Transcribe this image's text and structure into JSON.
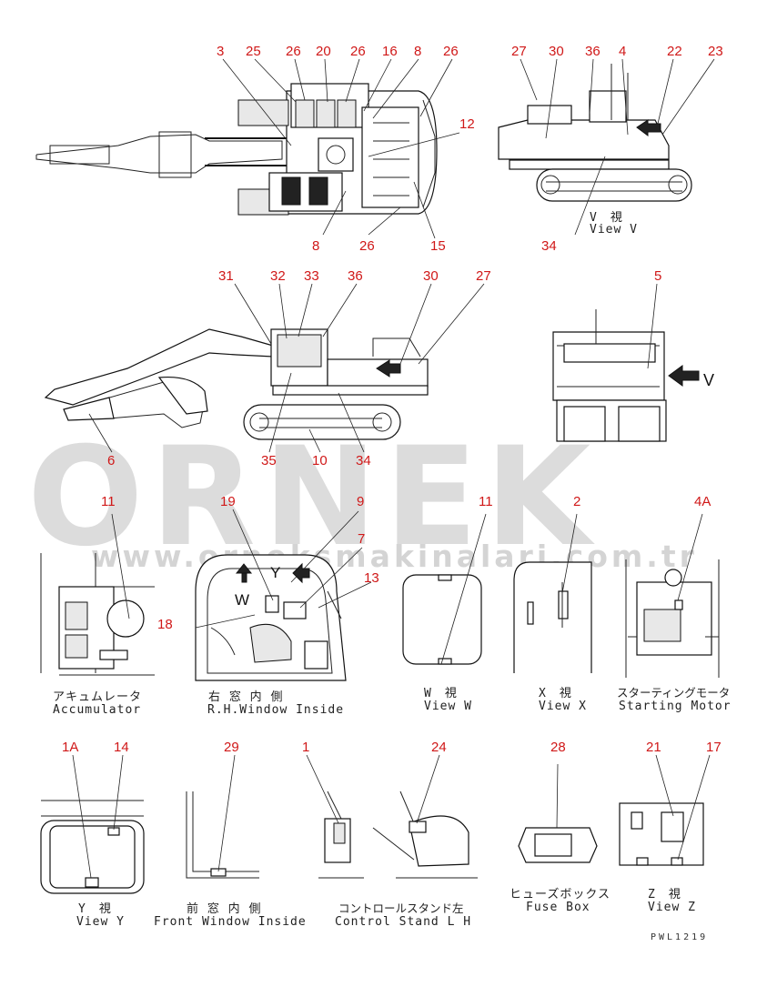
{
  "watermark": {
    "brand": "ORNEK",
    "url": "www.orneksmakinalari.com.tr"
  },
  "drawing_code": "PWL1219",
  "views": {
    "top_view": {
      "callouts_top": [
        "3",
        "25",
        "26",
        "20",
        "26",
        "16",
        "8",
        "26"
      ],
      "callouts_side": [
        "12",
        "15",
        "26",
        "8"
      ]
    },
    "view_v": {
      "callouts": [
        "27",
        "30",
        "36",
        "4",
        "22",
        "23",
        "34"
      ],
      "caption_jp": "V　視",
      "caption_en": "View V"
    },
    "side_view": {
      "callouts": [
        "31",
        "32",
        "33",
        "36",
        "30",
        "27",
        "6",
        "35",
        "10",
        "34"
      ]
    },
    "rear_view": {
      "callouts": [
        "5"
      ],
      "arrow_label": "V"
    },
    "accumulator": {
      "callouts": [
        "11"
      ],
      "caption_jp": "アキュムレータ",
      "caption_en": "Accumulator"
    },
    "rh_window": {
      "callouts": [
        "19",
        "9",
        "7",
        "13",
        "18"
      ],
      "labels": [
        "W",
        "Y"
      ],
      "caption_jp": "右 窓 内 側",
      "caption_en": "R.H.Window Inside"
    },
    "view_w": {
      "callouts": [
        "11"
      ],
      "caption_jp": "W　視",
      "caption_en": "View W"
    },
    "view_x": {
      "callouts": [
        "2"
      ],
      "caption_jp": "X　視",
      "caption_en": "View X"
    },
    "starting_motor": {
      "callouts": [
        "4A"
      ],
      "caption_jp": "スターティングモータ",
      "caption_en": "Starting Motor"
    },
    "view_y": {
      "callouts": [
        "1A",
        "14"
      ],
      "caption_jp": "Y　視",
      "caption_en": "View Y"
    },
    "front_window": {
      "callouts": [
        "29"
      ],
      "caption_jp": "前 窓 内 側",
      "caption_en": "Front Window Inside"
    },
    "control_stand": {
      "callouts": [
        "1",
        "24"
      ],
      "caption_jp": "コントロールスタンド左",
      "caption_en": "Control Stand L H"
    },
    "fuse_box": {
      "callouts": [
        "28"
      ],
      "caption_jp": "ヒューズボックス",
      "caption_en": "Fuse Box"
    },
    "view_z": {
      "callouts": [
        "21",
        "17"
      ],
      "caption_jp": "Z　視",
      "caption_en": "View Z"
    }
  }
}
